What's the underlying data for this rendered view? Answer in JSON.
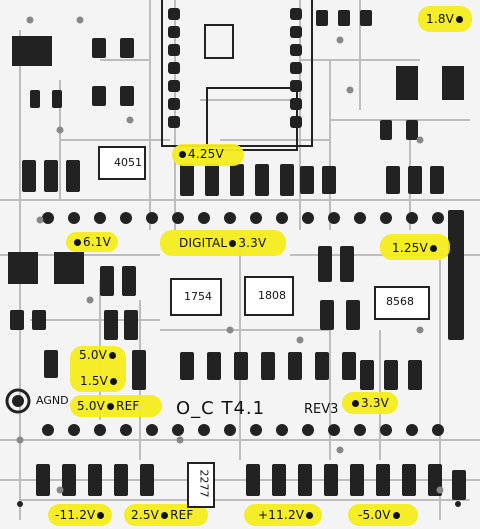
{
  "board_title": "O_C T4.1",
  "revision": "REV3",
  "connector_label": "AGND",
  "test_points": [
    {
      "id": "tp-1v8",
      "label": "1.8V",
      "dot_after": true
    },
    {
      "id": "tp-4v25",
      "label": "4.25V",
      "dot_before": true
    },
    {
      "id": "tp-6v1",
      "label": "6.1V",
      "dot_before": true
    },
    {
      "id": "tp-digital-3v3",
      "label": "DIGITAL",
      "label2": "3.3V"
    },
    {
      "id": "tp-1v25",
      "label": "1.25V",
      "dot_after": true
    },
    {
      "id": "tp-5v0",
      "label": "5.0V",
      "dot_after": true
    },
    {
      "id": "tp-1v5",
      "label": "1.5V",
      "dot_after": true
    },
    {
      "id": "tp-5v0-ref",
      "label": "5.0V",
      "label2": "REF"
    },
    {
      "id": "tp-3v3",
      "label": "3.3V",
      "dot_before": true
    },
    {
      "id": "tp-neg11v2",
      "label": "-11.2V",
      "dot_after": true
    },
    {
      "id": "tp-2v5-ref",
      "label": "2.5V",
      "label2": "REF"
    },
    {
      "id": "tp-pos11v2",
      "label": "+11.2V",
      "dot_after": true
    },
    {
      "id": "tp-neg5v0",
      "label": "-5.0V",
      "dot_after": true
    }
  ],
  "chips": [
    {
      "id": "ic-4051",
      "label": "4051"
    },
    {
      "id": "ic-1754",
      "label": "1754"
    },
    {
      "id": "ic-1808",
      "label": "1808"
    },
    {
      "id": "ic-8568",
      "label": "8568"
    },
    {
      "id": "ic-2277",
      "label": "2277"
    }
  ],
  "colors": {
    "highlight": "#f3ec1b",
    "copper": "#222222",
    "trace": "#bdbdbd",
    "board": "#f4f4f4"
  }
}
